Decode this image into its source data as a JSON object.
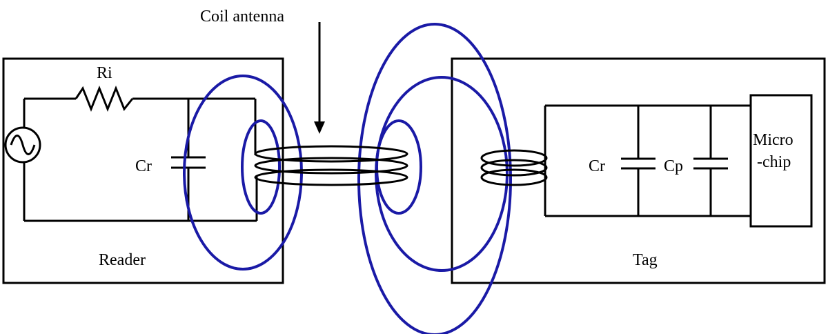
{
  "labels": {
    "coil_antenna": "Coil antenna",
    "resistor": "Ri",
    "reader_capacitor": "Cr",
    "reader": "Reader",
    "tag_capacitor_r": "Cr",
    "tag_capacitor_p": "Cp",
    "microchip_line1": "Micro",
    "microchip_line2": "-chip",
    "tag": "Tag"
  },
  "colors": {
    "field_lines": "#1a1aa6",
    "wires": "#000000"
  }
}
